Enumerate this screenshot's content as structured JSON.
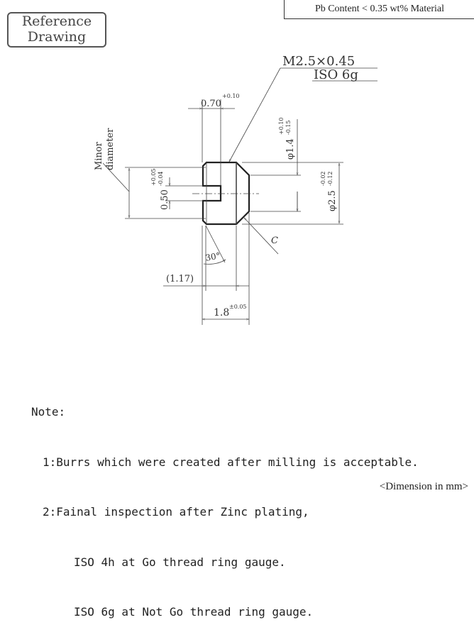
{
  "reference_label": [
    "Reference",
    "Drawing"
  ],
  "material_note": "Pb Content < 0.35 wt% Material",
  "thread_callout": {
    "spec": "M2.5×0.45",
    "tolerance": "ISO 6g"
  },
  "dimensions": {
    "slot_width": {
      "nominal": "0.70",
      "tol": "+0.10"
    },
    "slot_depth": {
      "nominal": "0.50",
      "upper": "+0.05",
      "lower": "-0.04"
    },
    "minor_diameter_label": [
      "Minor",
      "diameter"
    ],
    "small_diameter": {
      "nominal": "φ1.4",
      "upper": "+0.10",
      "lower": "-0.15"
    },
    "major_diameter": {
      "nominal": "φ2.5",
      "upper": "-0.02",
      "lower": "-0.12"
    },
    "chamfer": "C",
    "angle": "30°",
    "ref_length": "(1.17)",
    "length": {
      "nominal": "1.8",
      "tol": "±0.05"
    }
  },
  "notes": {
    "title": "Note:",
    "items": [
      "1:Burrs which were created after milling is acceptable.",
      "2:Fainal inspection after Zinc plating,",
      "ISO 4h at Go thread ring gauge.",
      "ISO 6g at Not Go thread ring gauge."
    ]
  },
  "unit_note": "<Dimension in mm>"
}
